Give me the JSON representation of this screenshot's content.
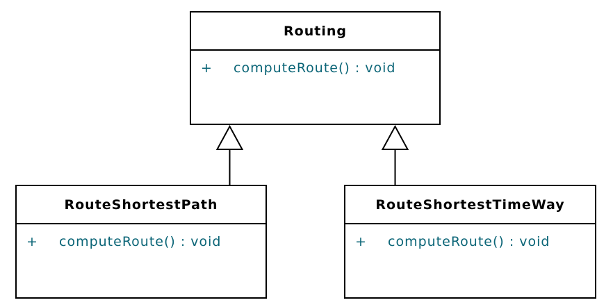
{
  "diagram": {
    "type": "uml-class-diagram",
    "colors": {
      "background": "#ffffff",
      "box_fill": "#ffffff",
      "border": "#000000",
      "class_name_text": "#000000",
      "member_text": "#0b6577"
    }
  },
  "classes": [
    {
      "name": "Routing",
      "members": [
        {
          "visibility": "+",
          "signature": "computeRoute() : void"
        }
      ]
    },
    {
      "name": "RouteShortestPath",
      "members": [
        {
          "visibility": "+",
          "signature": "computeRoute() : void"
        }
      ]
    },
    {
      "name": "RouteShortestTimeWay",
      "members": [
        {
          "visibility": "+",
          "signature": "computeRoute() : void"
        }
      ]
    }
  ],
  "relationships": [
    {
      "type": "generalization",
      "from": "RouteShortestPath",
      "to": "Routing"
    },
    {
      "type": "generalization",
      "from": "RouteShortestTimeWay",
      "to": "Routing"
    }
  ]
}
